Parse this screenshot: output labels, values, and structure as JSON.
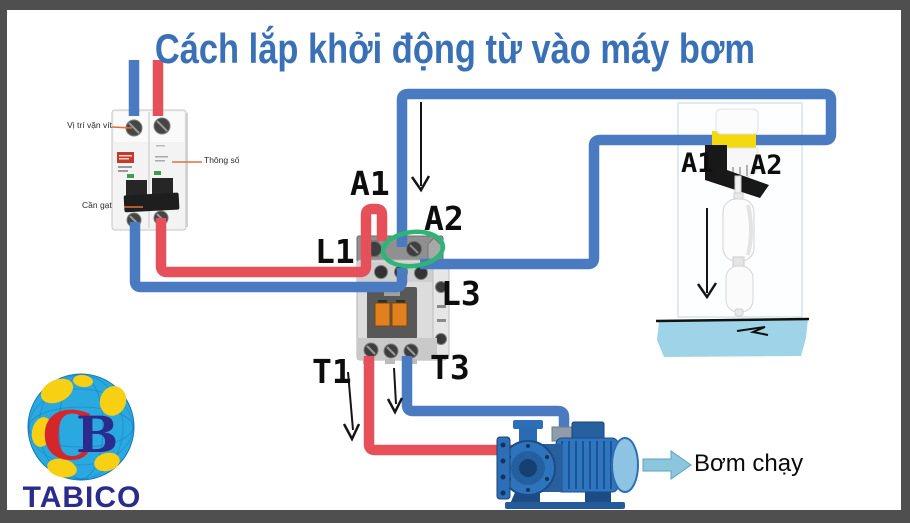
{
  "title": "Cách lắp khởi động từ vào máy bơm",
  "colors": {
    "frame": "#4f4f4f",
    "wire_blue": "#4a7abf",
    "wire_red": "#e5505a",
    "highlight_green": "#2db577",
    "title_blue": "#3a70b5",
    "float_yellow": "#f5d90f",
    "water_blue": "#9fd3e8",
    "pump_blue": "#2e74bd",
    "run_arrow_blue": "#8cc6dc",
    "leader_orange": "#e0703a",
    "logo_navy": "#2b2b8c",
    "logo_red": "#d5262c",
    "logo_globe_blue": "#2aa9e1",
    "logo_yellow": "#f7d013"
  },
  "breaker": {
    "label_screw_position": "Vị trí vặn vít",
    "label_specs": "Thông số",
    "label_lever": "Cần gạt"
  },
  "contactor": {
    "terminal_a1": "A1",
    "terminal_a2": "A2",
    "terminal_l1": "L1",
    "terminal_l3": "L3",
    "terminal_t1": "T1",
    "terminal_t3": "T3"
  },
  "float_switch": {
    "terminal_a1": "A1",
    "terminal_a2": "A2"
  },
  "pump": {
    "run_caption": "Bơm chạy"
  },
  "logo": {
    "company": "TABICO",
    "monogram_c": "C",
    "monogram_b": "B"
  }
}
